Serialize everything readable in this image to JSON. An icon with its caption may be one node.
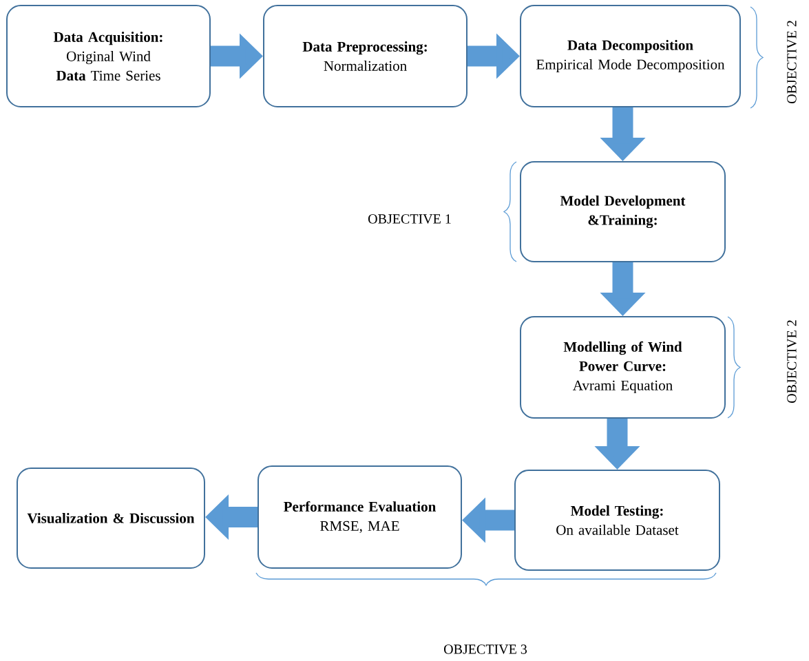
{
  "diagram": {
    "nodes": [
      {
        "text": [
          "Data Acquisition:",
          "Original Wind **Data** Time Series"
        ]
      },
      {
        "text": [
          "Data Preprocessing:",
          "Normalization"
        ]
      },
      {
        "text": [
          "Data Decomposition",
          "Empirical Mode Decomposition"
        ]
      },
      {
        "text": [
          "Model Development &Training:"
        ]
      },
      {
        "text": [
          "Modelling of Wind Power Curve:",
          "Avrami Equation"
        ]
      },
      {
        "text": [
          "Model Testing:",
          "On available Dataset"
        ]
      },
      {
        "text": [
          "Performance Evaluation",
          "RMSE, MAE"
        ]
      },
      {
        "text": [
          "Visualization & Discussion"
        ]
      }
    ],
    "edges": [
      {
        "from": 0,
        "to": 1,
        "arrow": "to"
      },
      {
        "from": 1,
        "to": 2,
        "arrow": "to"
      },
      {
        "from": 2,
        "to": 3,
        "arrow": "to"
      },
      {
        "from": 3,
        "to": 4,
        "arrow": "to"
      },
      {
        "from": 4,
        "to": 5,
        "arrow": "to"
      },
      {
        "from": 5,
        "to": 6,
        "arrow": "to"
      },
      {
        "from": 6,
        "to": 7,
        "arrow": "to"
      }
    ],
    "labels": [
      "OBJECTIVE 2",
      "OBJECTIVE 1",
      "OBJECTIVE 2",
      "OBJECTIVE 3"
    ]
  }
}
